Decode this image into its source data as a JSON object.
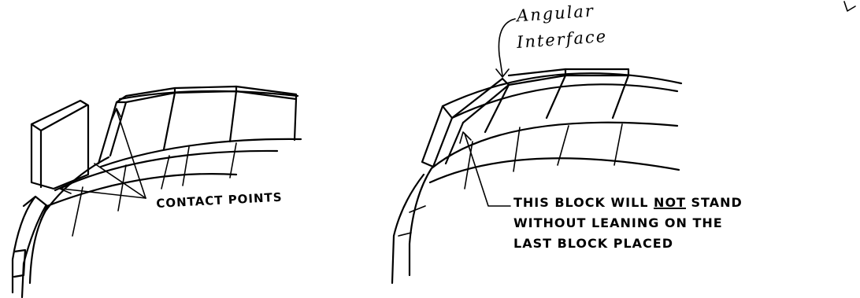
{
  "left_figure": {
    "label": "CONTACT POINTS"
  },
  "right_figure": {
    "top_label_line1": "Angular",
    "top_label_line2": "Interface",
    "note_line1_part1": "THIS BLOCK WILL ",
    "note_line1_emphasis": "NOT",
    "note_line1_part2": " STAND",
    "note_line2": "WITHOUT LEANING ON THE",
    "note_line3": "LAST BLOCK PLACED"
  },
  "colors": {
    "ink": "#000000",
    "paper": "#ffffff"
  }
}
